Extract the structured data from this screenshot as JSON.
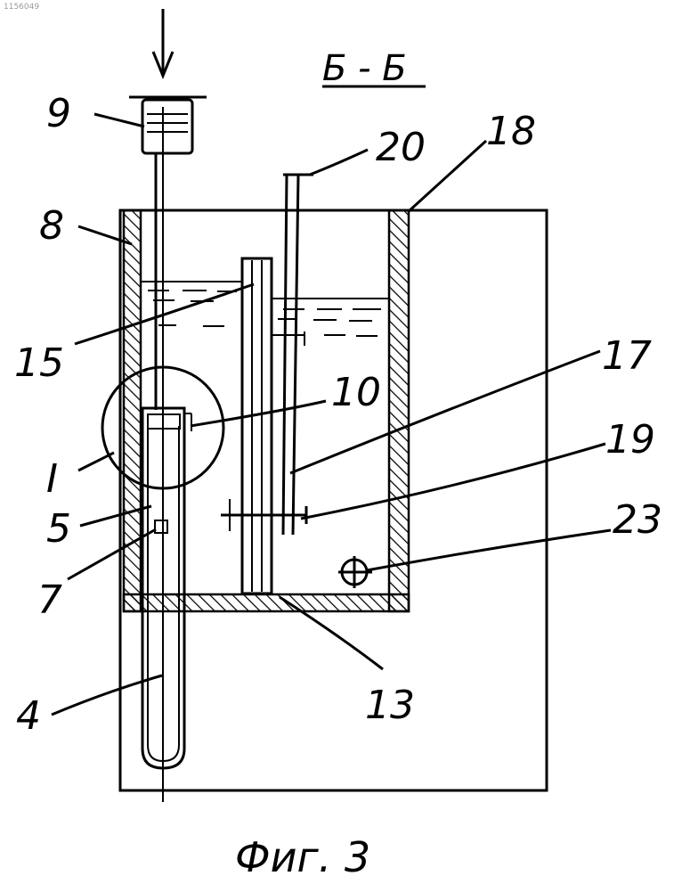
{
  "drawing": {
    "corner_mark": "1156049",
    "section_title": "Б - Б",
    "caption": "Фиг. 3"
  },
  "labels": [
    {
      "id": "9",
      "text": "9"
    },
    {
      "id": "18",
      "text": "18"
    },
    {
      "id": "20",
      "text": "20"
    },
    {
      "id": "8",
      "text": "8"
    },
    {
      "id": "15",
      "text": "15"
    },
    {
      "id": "10",
      "text": "10"
    },
    {
      "id": "17",
      "text": "17"
    },
    {
      "id": "I",
      "text": "I"
    },
    {
      "id": "19",
      "text": "19"
    },
    {
      "id": "5",
      "text": "5"
    },
    {
      "id": "23",
      "text": "23"
    },
    {
      "id": "7",
      "text": "7"
    },
    {
      "id": "4",
      "text": "4"
    },
    {
      "id": "13",
      "text": "13"
    }
  ]
}
